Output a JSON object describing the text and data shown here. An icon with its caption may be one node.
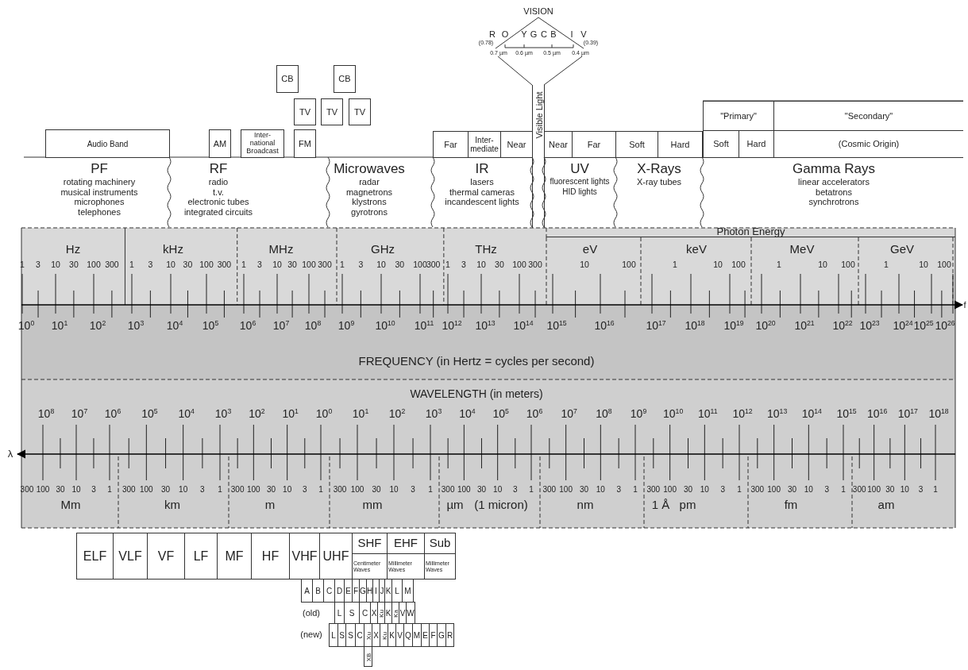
{
  "diagram": {
    "nodes": [
      {
        "text": [
          "CB"
        ]
      },
      {
        "text": [
          "CB"
        ]
      },
      {
        "text": [
          "TV"
        ]
      },
      {
        "text": [
          "TV"
        ]
      },
      {
        "text": [
          "TV"
        ]
      },
      {
        "text": [
          "\"Primary\""
        ]
      },
      {
        "text": [
          "\"Secondary\""
        ]
      },
      {
        "text": [
          "Visible Light"
        ]
      },
      {
        "text": [
          "Audio Band"
        ]
      },
      {
        "text": [
          "AM"
        ]
      },
      {
        "text": [
          "Inter- national Broadcast"
        ]
      },
      {
        "text": [
          "FM"
        ]
      },
      {
        "text": [
          "Far"
        ]
      },
      {
        "text": [
          "Inter- mediate"
        ]
      },
      {
        "text": [
          "Near"
        ]
      },
      {
        "text": [
          "Near"
        ]
      },
      {
        "text": [
          "Far"
        ]
      },
      {
        "text": [
          "Soft"
        ]
      },
      {
        "text": [
          "Hard"
        ]
      },
      {
        "text": [
          "Soft"
        ]
      },
      {
        "text": [
          "Hard"
        ]
      },
      {
        "text": [
          "(Cosmic Origin)"
        ]
      },
      {
        "text": [
          "PF",
          "rotating machinery",
          "musical instruments",
          "microphones",
          "telephones"
        ]
      },
      {
        "text": [
          "RF",
          "radio",
          "t.v.",
          "electronic tubes",
          "integrated circuits"
        ]
      },
      {
        "text": [
          "Microwaves",
          "radar",
          "magnetrons",
          "klystrons",
          "gyrotrons"
        ]
      },
      {
        "text": [
          "IR",
          "lasers",
          "thermal cameras",
          "incandescent lights"
        ]
      },
      {
        "text": [
          "UV",
          "fluorescent lights",
          "HID lights"
        ]
      },
      {
        "text": [
          "X-Rays",
          "X-ray tubes"
        ]
      },
      {
        "text": [
          "Gamma Rays",
          "linear accelerators",
          "betatrons",
          "synchrotrons"
        ]
      },
      {
        "text": [
          "Photon Energy"
        ]
      },
      {
        "text": [
          "ELF"
        ]
      },
      {
        "text": [
          "VLF"
        ]
      },
      {
        "text": [
          "VF"
        ]
      },
      {
        "text": [
          "LF"
        ]
      },
      {
        "text": [
          "MF"
        ]
      },
      {
        "text": [
          "HF"
        ]
      },
      {
        "text": [
          "VHF"
        ]
      },
      {
        "text": [
          "UHF"
        ]
      },
      {
        "text": [
          "SHF"
        ]
      },
      {
        "text": [
          "EHF"
        ]
      },
      {
        "text": [
          "Sub"
        ]
      },
      {
        "text": [
          "Centimeter Waves"
        ]
      },
      {
        "text": [
          "Millimeter Waves"
        ]
      },
      {
        "text": [
          "Millimeter Waves"
        ]
      },
      {
        "text": [
          "A"
        ]
      },
      {
        "text": [
          "B"
        ]
      },
      {
        "text": [
          "C"
        ]
      },
      {
        "text": [
          "D"
        ]
      },
      {
        "text": [
          "E"
        ]
      },
      {
        "text": [
          "F"
        ]
      },
      {
        "text": [
          "G"
        ]
      },
      {
        "text": [
          "H"
        ]
      },
      {
        "text": [
          "I"
        ]
      },
      {
        "text": [
          "J"
        ]
      },
      {
        "text": [
          "K"
        ]
      },
      {
        "text": [
          "L"
        ]
      },
      {
        "text": [
          "M"
        ]
      },
      {
        "text": [
          "L"
        ]
      },
      {
        "text": [
          "S"
        ]
      },
      {
        "text": [
          "C"
        ]
      },
      {
        "text": [
          "X"
        ]
      },
      {
        "text": [
          "Ku"
        ]
      },
      {
        "text": [
          "K"
        ]
      },
      {
        "text": [
          "Ka"
        ]
      },
      {
        "text": [
          "V"
        ]
      },
      {
        "text": [
          "W"
        ]
      },
      {
        "text": [
          "L"
        ]
      },
      {
        "text": [
          "S"
        ]
      },
      {
        "text": [
          "S"
        ]
      },
      {
        "text": [
          "C"
        ]
      },
      {
        "text": [
          "Xu"
        ]
      },
      {
        "text": [
          "X"
        ]
      },
      {
        "text": [
          "Ku"
        ]
      },
      {
        "text": [
          "K"
        ]
      },
      {
        "text": [
          "V"
        ]
      },
      {
        "text": [
          "Q"
        ]
      },
      {
        "text": [
          "M"
        ]
      },
      {
        "text": [
          "E"
        ]
      },
      {
        "text": [
          "F"
        ]
      },
      {
        "text": [
          "G"
        ]
      },
      {
        "text": [
          "R"
        ]
      },
      {
        "text": [
          "XB"
        ]
      }
    ],
    "labels": [
      "VISION",
      "R",
      "O",
      "Y",
      "G",
      "C",
      "B",
      "I",
      "V",
      "(0.78)",
      "(0.39)",
      "0.7 µm",
      "0.6 µm",
      "0.5 µm",
      "0.4 µm",
      "Hz",
      "kHz",
      "MHz",
      "GHz",
      "THz",
      "eV",
      "keV",
      "MeV",
      "GeV",
      "1",
      "3",
      "10",
      "30",
      "100",
      "300",
      "1",
      "3",
      "10",
      "30",
      "100",
      "300",
      "1",
      "3",
      "10",
      "30",
      "100",
      "300",
      "1",
      "3",
      "10",
      "30",
      "100",
      "300",
      "1",
      "3",
      "10",
      "30",
      "100",
      "300",
      "10",
      "100",
      "1",
      "10",
      "100",
      "1",
      "10",
      "100",
      "1",
      "10",
      "100",
      "f",
      "10$^{0}$",
      "10$^{1}$",
      "10$^{2}$",
      "10$^{3}$",
      "10$^{4}$",
      "10$^{5}$",
      "10$^{6}$",
      "10$^{7}$",
      "10$^{8}$",
      "10$^{9}$",
      "10$^{10}$",
      "10$^{11}$",
      "10$^{12}$",
      "10$^{13}$",
      "10$^{14}$",
      "10$^{15}$",
      "10$^{16}$",
      "10$^{17}$",
      "10$^{18}$",
      "10$^{19}$",
      "10$^{20}$",
      "10$^{21}$",
      "10$^{22}$",
      "10$^{23}$",
      "10$^{24}$",
      "10$^{25}$",
      "10$^{26}$",
      "FREQUENCY (in Hertz = cycles per second)",
      "WAVELENGTH (in meters)",
      "10$^{8}$",
      "10$^{7}$",
      "10$^{6}$",
      "10$^{5}$",
      "10$^{4}$",
      "10$^{3}$",
      "10$^{2}$",
      "10$^{1}$",
      "10$^{0}$",
      "10$^{1}$",
      "10$^{2}$",
      "10$^{3}$",
      "10$^{4}$",
      "10$^{5}$",
      "10$^{6}$",
      "10$^{7}$",
      "10$^{8}$",
      "10$^{9}$",
      "10$^{10}$",
      "10$^{11}$",
      "10$^{12}$",
      "10$^{13}$",
      "10$^{14}$",
      "10$^{15}$",
      "10$^{16}$",
      "10$^{17}$",
      "10$^{18}$",
      "λ",
      "300",
      "100",
      "30",
      "10",
      "3",
      "1",
      "300",
      "100",
      "30",
      "10",
      "3",
      "1",
      "300",
      "100",
      "30",
      "10",
      "3",
      "1",
      "300",
      "100",
      "30",
      "10",
      "3",
      "1",
      "300",
      "100",
      "30",
      "10",
      "3",
      "1",
      "300",
      "100",
      "30",
      "10",
      "3",
      "1",
      "300",
      "100",
      "30",
      "10",
      "3",
      "1",
      "300",
      "100",
      "30",
      "10",
      "3",
      "1",
      "300",
      "100",
      "30",
      "10",
      "3",
      "1",
      "Mm",
      "km",
      "m",
      "mm",
      "µm",
      "(1 micron)",
      "nm",
      "1 Å",
      "pm",
      "fm",
      "am",
      "(old)",
      "(new)"
    ]
  }
}
